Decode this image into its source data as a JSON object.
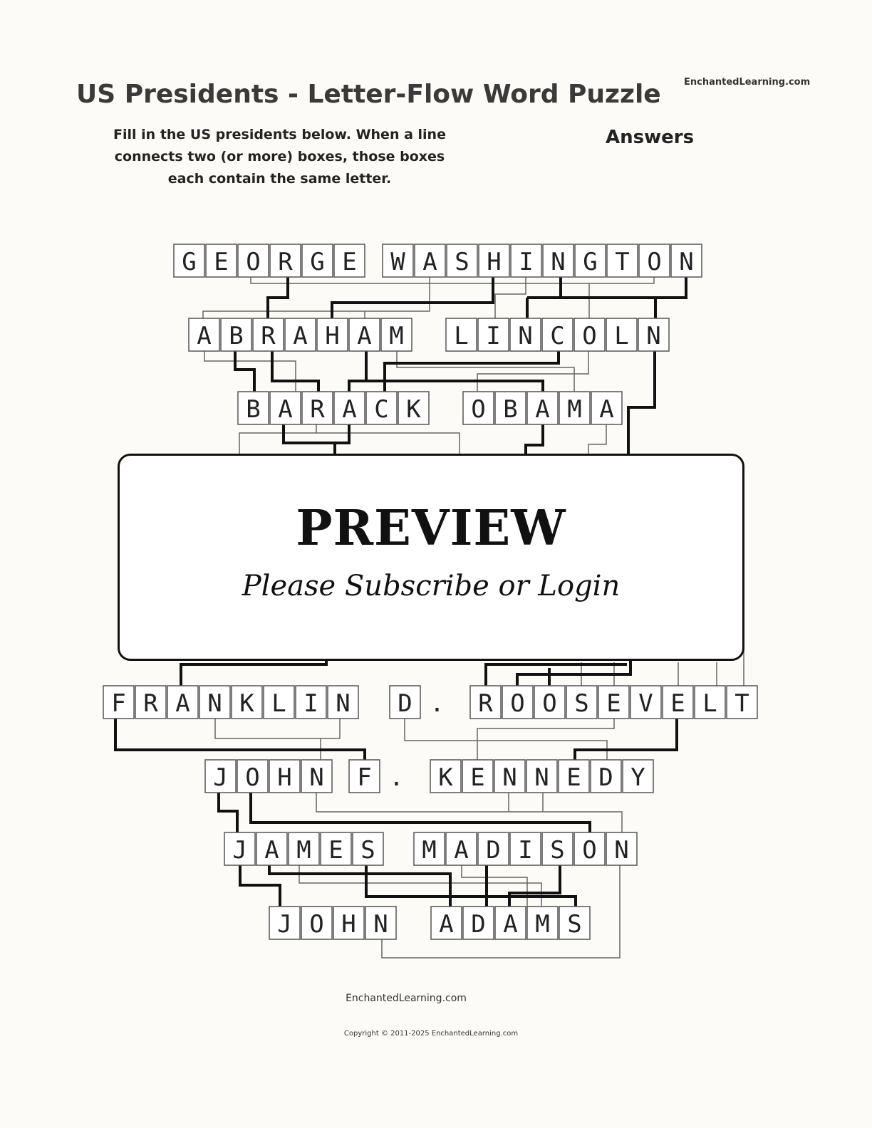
{
  "header": {
    "title": "US Presidents - Letter-Flow Word Puzzle",
    "brand": "EnchantedLearning.com",
    "instructions": "Fill in the US presidents below.  When a line connects two (or more) boxes, those boxes each contain the same letter.",
    "answers_label": "Answers"
  },
  "puzzle": {
    "rows": [
      [
        "GEORGE",
        "WASHINGTON"
      ],
      [
        "ABRAHAM",
        "LINCOLN"
      ],
      [
        "BARACK",
        "OBAMA"
      ],
      [
        "FRANKLIN",
        "D.",
        "ROOSEVELT"
      ],
      [
        "JOHN",
        "F.",
        "KENNEDY"
      ],
      [
        "JAMES",
        "MADISON"
      ],
      [
        "JOHN",
        "ADAMS"
      ]
    ]
  },
  "preview": {
    "title": "PREVIEW",
    "subtitle": "Please Subscribe or Login"
  },
  "footer": {
    "brand": "EnchantedLearning.com",
    "copyright": "Copyright © 2011-2025 EnchantedLearning.com"
  }
}
